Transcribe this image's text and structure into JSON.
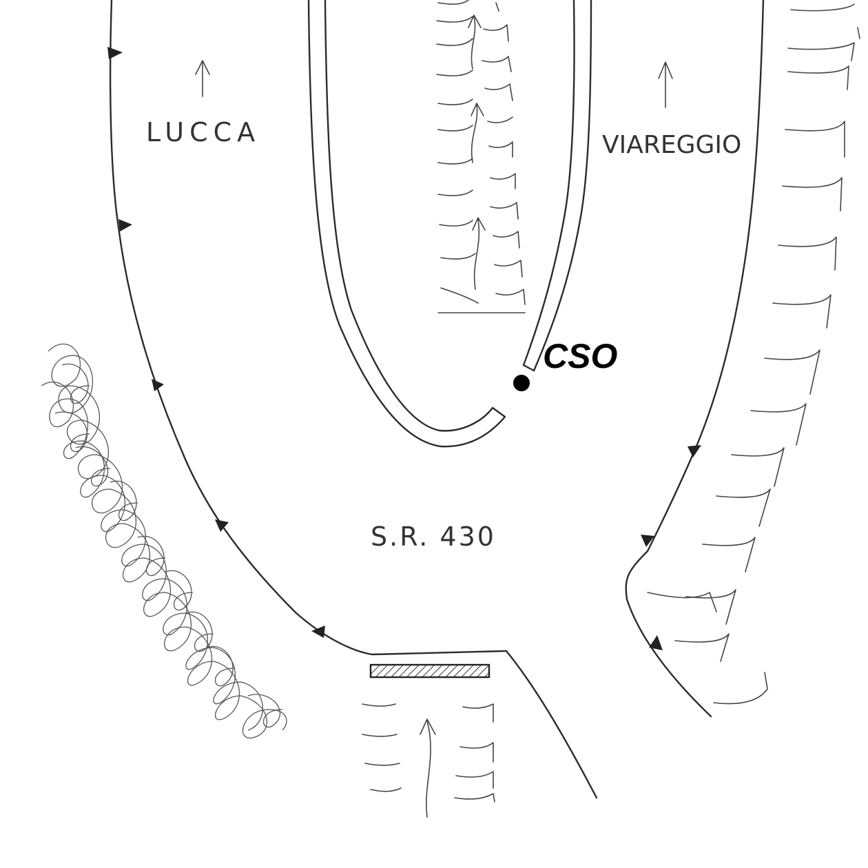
{
  "labels": {
    "lucca": "LUCCA",
    "viareggio": "VIAREGGIO",
    "road": "S.R. 430",
    "point": "CSO"
  },
  "icons": {
    "direction": "up-arrow-icon",
    "point_marker": "filled-dot-icon",
    "vegetation": "scribble-hedge-icon",
    "grass": "grass-tuft-icon",
    "barrier": "hatched-barrier-icon",
    "road_edge_marker": "triangle-marker-icon"
  },
  "colors": {
    "ink": "#2b2b2b",
    "paper": "#ffffff",
    "marker": "#000000"
  }
}
